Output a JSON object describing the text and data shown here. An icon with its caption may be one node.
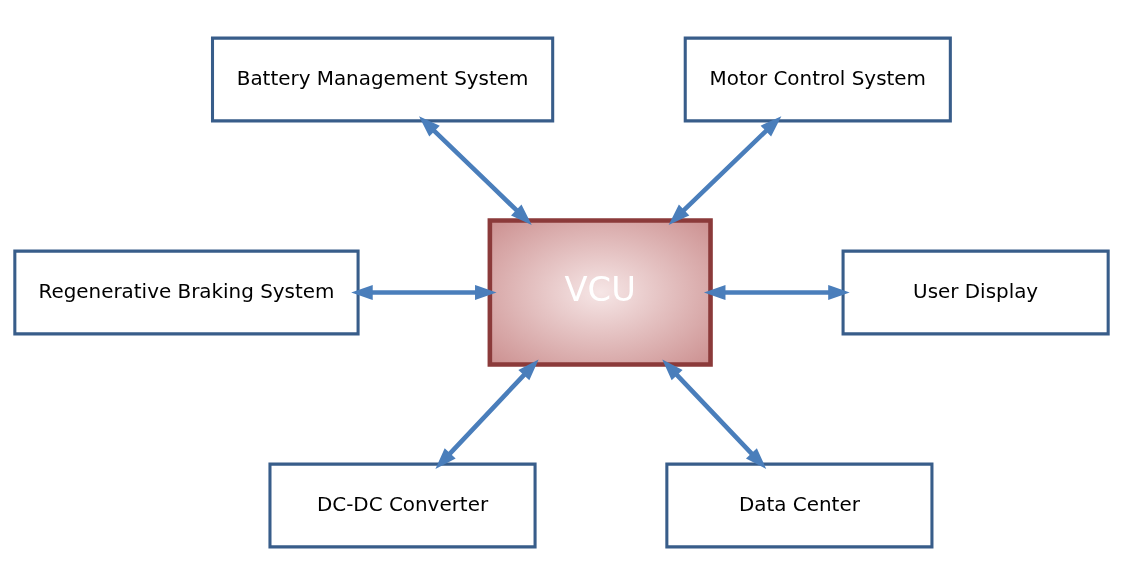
{
  "diagram": {
    "nodes": [
      {
        "text": [
          "Battery Management System"
        ]
      },
      {
        "text": [
          "Motor Control System"
        ]
      },
      {
        "text": [
          "Regenerative Braking System"
        ]
      },
      {
        "text": [
          "VCU"
        ]
      },
      {
        "text": [
          "User Display"
        ]
      },
      {
        "text": [
          "DC-DC Converter"
        ]
      },
      {
        "text": [
          "Data Center"
        ]
      }
    ],
    "edges": [
      {
        "from": 0,
        "to": 3,
        "arrow": "both"
      },
      {
        "from": 1,
        "to": 3,
        "arrow": "both"
      },
      {
        "from": 2,
        "to": 3,
        "arrow": "both"
      },
      {
        "from": 3,
        "to": 4,
        "arrow": "both"
      },
      {
        "from": 3,
        "to": 5,
        "arrow": "both"
      },
      {
        "from": 3,
        "to": 6,
        "arrow": "both"
      }
    ]
  }
}
